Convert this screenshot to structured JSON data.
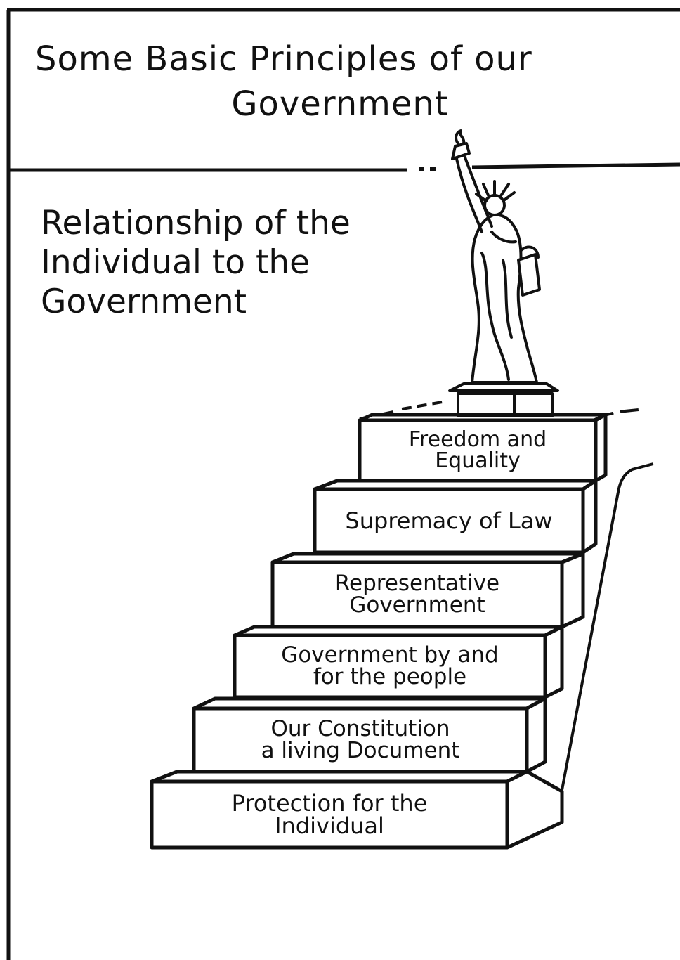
{
  "header": {
    "title_line_1": "Some Basic Principles of our",
    "title_line_2": "Government"
  },
  "section": {
    "line_1": "Relationship of the",
    "line_2": "Individual to the",
    "line_3": "Government"
  },
  "steps": [
    {
      "line_1": "Freedom and",
      "line_2": "Equality"
    },
    {
      "line_1": "Supremacy of Law",
      "line_2": ""
    },
    {
      "line_1": "Representative",
      "line_2": "Government"
    },
    {
      "line_1": "Government by and",
      "line_2": "for the people"
    },
    {
      "line_1": "Our Constitution",
      "line_2": "a living Document"
    },
    {
      "line_1": "Protection for the",
      "line_2": "Individual"
    }
  ],
  "illustration": {
    "icon": "statue-of-liberty-icon"
  }
}
